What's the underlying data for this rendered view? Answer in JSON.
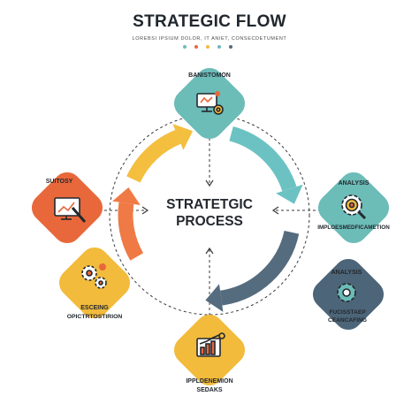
{
  "header": {
    "title": "STRATEGIC FLOW",
    "subtitle": "LOREBSI IPSIUM DOLOR, IT ANIET, CONSECDETUMENT"
  },
  "palette": {
    "teal": "#6cbcb8",
    "orange": "#e8683b",
    "yellow": "#f2bb3c",
    "slate": "#4d6578",
    "ring_yellow": "#f4be3e",
    "ring_orange": "#ef7a46",
    "ring_teal": "#6cc2c2",
    "ring_slate": "#556b7e",
    "text": "#23282e"
  },
  "header_dots": [
    "#6cbcb8",
    "#e8683b",
    "#f2bb3c",
    "#6cbcb8",
    "#556b7e"
  ],
  "center": {
    "line1": "STRATETGIC",
    "line2": "PROCESS"
  },
  "nodes": [
    {
      "id": "top",
      "label": "BANISTOMON",
      "icon": "monitor-gear-icon",
      "color": "#6cbcb8"
    },
    {
      "id": "left",
      "label": "SUITOSY",
      "icon": "chart-pencil-icon",
      "color": "#e8683b"
    },
    {
      "id": "right",
      "label": "ANALYSIS",
      "sublabel": "IMPLOESMEDFICAMETION",
      "icon": "magnifier-gear-icon",
      "color": "#6cbcb8"
    },
    {
      "id": "lower-left",
      "label": "ESCEING",
      "sublabel": "OPICTRTOSTIRION",
      "icon": "gears-icon",
      "color": "#f2bb3c"
    },
    {
      "id": "lower-right",
      "label": "ANALYSIS",
      "sublabel": "FUCISSTAEP",
      "sublabel2": "CEANCAFING",
      "icon": "gear-icon",
      "color": "#4d6578"
    },
    {
      "id": "bottom",
      "label": "IPPLDENEMION",
      "sublabel": "SEDAKS",
      "icon": "bar-chart-icon",
      "color": "#f2bb3c"
    }
  ]
}
